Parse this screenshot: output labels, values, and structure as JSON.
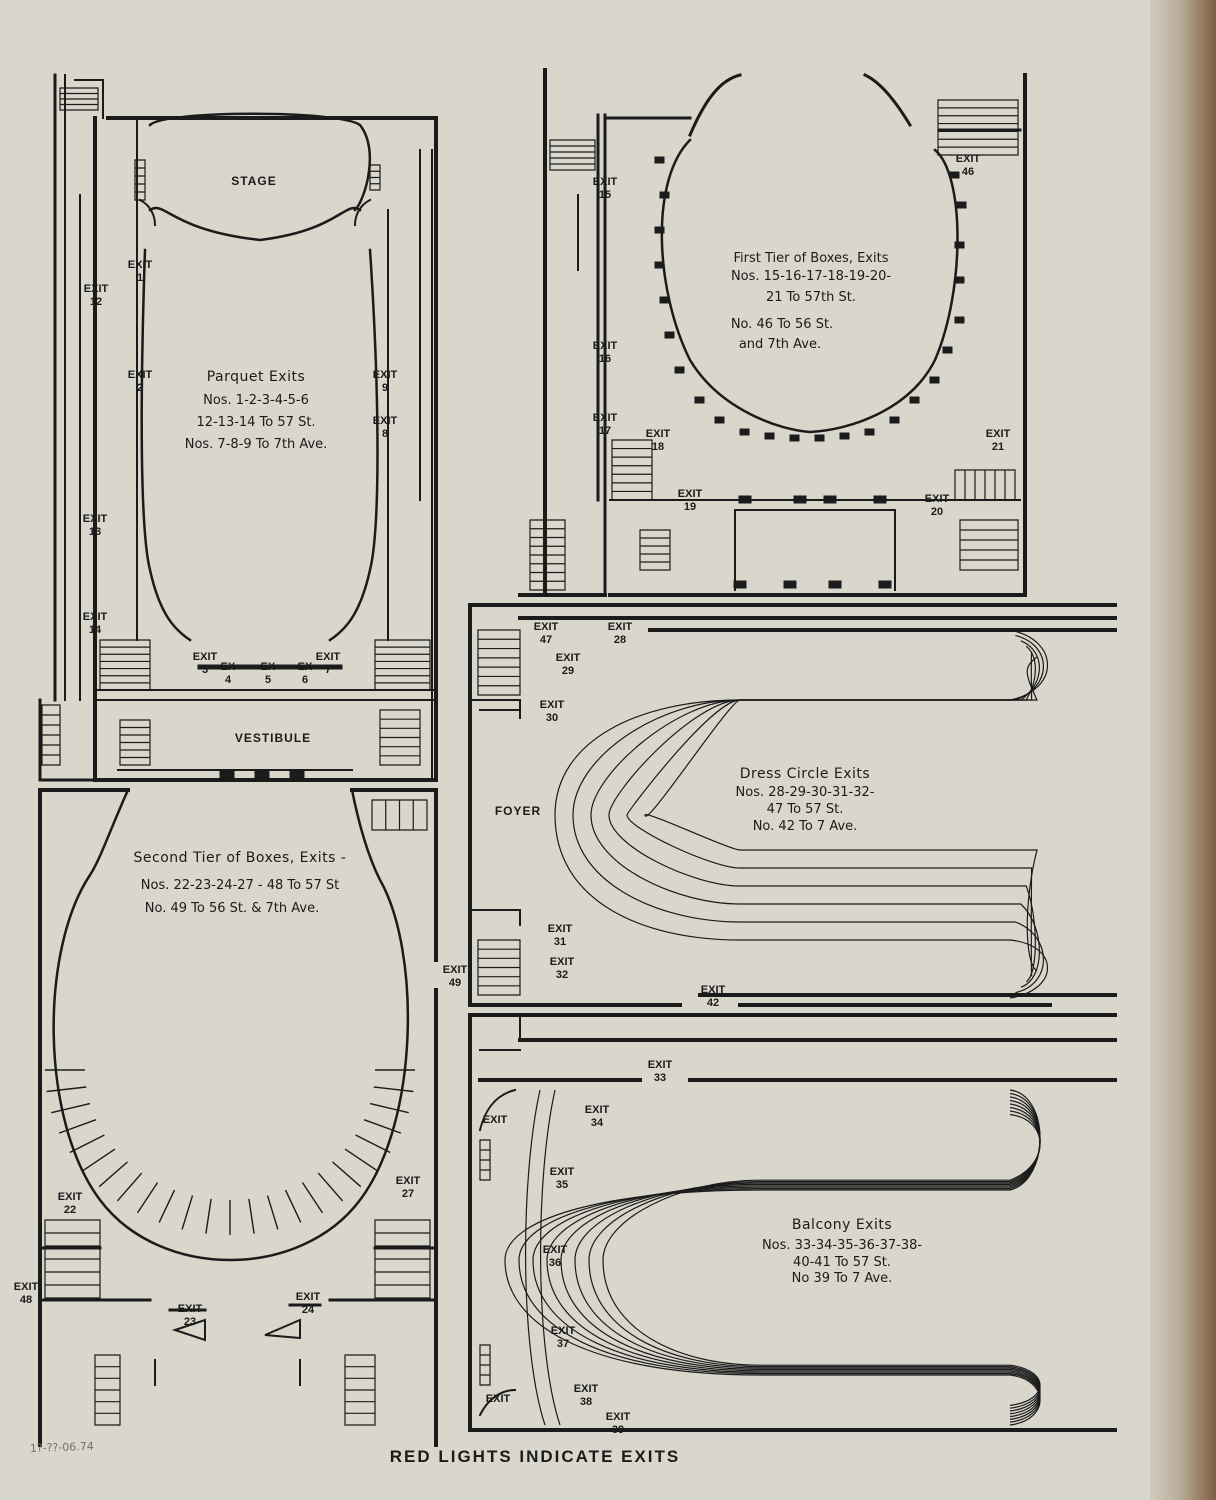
{
  "caption": "RED LIGHTS INDICATE EXITS",
  "handwritten_note": "1?-??-06.74",
  "parquet": {
    "rooms": {
      "stage": "STAGE",
      "vestibule": "VESTIBULE"
    },
    "title": "Parquet Exits",
    "lines": [
      "Nos. 1-2-3-4-5-6",
      "12-13-14 To 57 St.",
      "Nos. 7-8-9 To 7th Ave."
    ],
    "exits": [
      {
        "w": "EXIT",
        "n": "1"
      },
      {
        "w": "EXIT",
        "n": "2"
      },
      {
        "w": "EXIT",
        "n": "12"
      },
      {
        "w": "EXIT",
        "n": "13"
      },
      {
        "w": "EXIT",
        "n": "14"
      },
      {
        "w": "EXIT",
        "n": "3"
      },
      {
        "w": "EX",
        "n": "4"
      },
      {
        "w": "EX",
        "n": "5"
      },
      {
        "w": "EX",
        "n": "6"
      },
      {
        "w": "EXIT",
        "n": "7"
      },
      {
        "w": "EXIT",
        "n": "9"
      },
      {
        "w": "EXIT",
        "n": "8"
      }
    ]
  },
  "first_tier": {
    "title": "First Tier of Boxes, Exits",
    "lines": [
      "Nos. 15-16-17-18-19-20-",
      "21 To 57th St.",
      "No. 46 To 56 St.",
      "and 7th Ave."
    ],
    "exits": [
      {
        "w": "EXIT",
        "n": "15"
      },
      {
        "w": "EXIT",
        "n": "16"
      },
      {
        "w": "EXIT",
        "n": "17"
      },
      {
        "w": "EXIT",
        "n": "18"
      },
      {
        "w": "EXIT",
        "n": "19"
      },
      {
        "w": "EXIT",
        "n": "20"
      },
      {
        "w": "EXIT",
        "n": "21"
      },
      {
        "w": "EXIT",
        "n": "46"
      }
    ]
  },
  "dress_circle": {
    "room": "FOYER",
    "title": "Dress Circle Exits",
    "lines": [
      "Nos. 28-29-30-31-32-",
      "47 To 57 St.",
      "No. 42 To 7 Ave."
    ],
    "exits": [
      {
        "w": "EXIT",
        "n": "47"
      },
      {
        "w": "EXIT",
        "n": "28"
      },
      {
        "w": "EXIT",
        "n": "29"
      },
      {
        "w": "EXIT",
        "n": "30"
      },
      {
        "w": "EXIT",
        "n": "31"
      },
      {
        "w": "EXIT",
        "n": "32"
      },
      {
        "w": "EXIT",
        "n": "42"
      }
    ]
  },
  "second_tier": {
    "title": "Second Tier of Boxes, Exits -",
    "lines": [
      "Nos. 22-23-24-27 - 48 To 57 St",
      "No. 49 To 56 St. & 7th Ave."
    ],
    "exits": [
      {
        "w": "EXIT",
        "n": "49"
      },
      {
        "w": "EXIT",
        "n": "22"
      },
      {
        "w": "EXIT",
        "n": "27"
      },
      {
        "w": "EXIT",
        "n": "48"
      },
      {
        "w": "EXIT",
        "n": "23"
      },
      {
        "w": "EXIT",
        "n": "24"
      }
    ]
  },
  "balcony": {
    "title": "Balcony Exits",
    "lines": [
      "Nos. 33-34-35-36-37-38-",
      "40-41 To 57 St.",
      "No 39 To 7 Ave."
    ],
    "exits": [
      {
        "w": "EXIT",
        "n": "33"
      },
      {
        "w": "EXIT",
        "n": "34"
      },
      {
        "w": "EXIT",
        "n": "35"
      },
      {
        "w": "EXIT",
        "n": "36"
      },
      {
        "w": "EXIT",
        "n": "37"
      },
      {
        "w": "EXIT",
        "n": "38"
      },
      {
        "w": "EXIT",
        "n": "39"
      },
      {
        "w": "EXIT",
        "n": ""
      },
      {
        "w": "EXIT",
        "n": ""
      }
    ]
  }
}
